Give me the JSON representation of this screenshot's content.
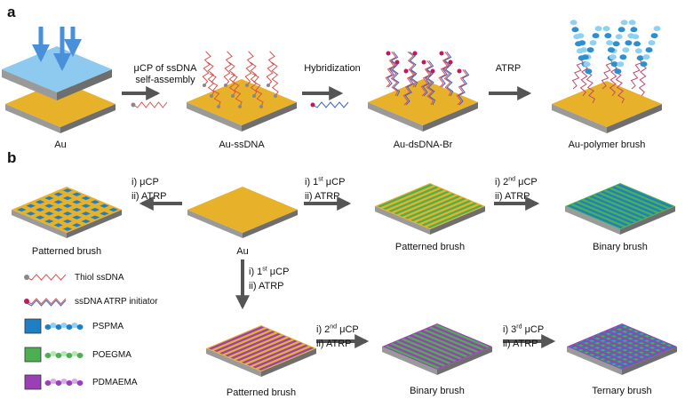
{
  "panels": {
    "a": "a",
    "b": "b"
  },
  "row_a": {
    "step1": {
      "line1": "μCP of  ssDNA",
      "line2": "self-assembly"
    },
    "step2": "Hybridization",
    "step3": "ATRP",
    "captions": [
      "Au",
      "Au-ssDNA",
      "Au-dsDNA-Br",
      "Au-polymer brush"
    ]
  },
  "row_b": {
    "left_step": {
      "line1": "i) μCP",
      "line2": "ii) ATRP"
    },
    "right_step1": {
      "i": "i) 1",
      "sup": "st",
      "rest": " μCP",
      "line2": "ii) ATRP"
    },
    "right_step2": {
      "i": "i) 2",
      "sup": "nd",
      "rest": " μCP",
      "line2": "ii) ATRP"
    },
    "down_step": {
      "i": "i) 1",
      "sup": "st",
      "rest": " μCP",
      "line2": "ii) ATRP"
    },
    "bottom_step1": {
      "i": "i) 2",
      "sup": "nd",
      "rest": " μCP",
      "line2": "ii) ATRP"
    },
    "bottom_step2": {
      "i": "i) 3",
      "sup": "rd",
      "rest": " μCP",
      "line2": "ii) ATRP"
    },
    "captions": {
      "left": "Patterned brush",
      "center": "Au",
      "right1": "Patterned brush",
      "right2": "Binary brush",
      "bottom1": "Patterned brush",
      "bottom2": "Binary brush",
      "bottom3": "Ternary brush"
    }
  },
  "legend": {
    "thiol": "Thiol ssDNA",
    "initiator": "ssDNA ATRP initiator",
    "pspma": "PSPMA",
    "poegma": "POEGMA",
    "pdmaema": "PDMAEMA"
  },
  "colors": {
    "gold": "#e8b12a",
    "gold_side": "#8b8b8b",
    "pspma": "#1f7fc4",
    "poegma": "#4caf50",
    "pdmaema": "#9a3fb6",
    "stamp": "#8ec9f0",
    "arrow_blue": "#4a90d9"
  }
}
